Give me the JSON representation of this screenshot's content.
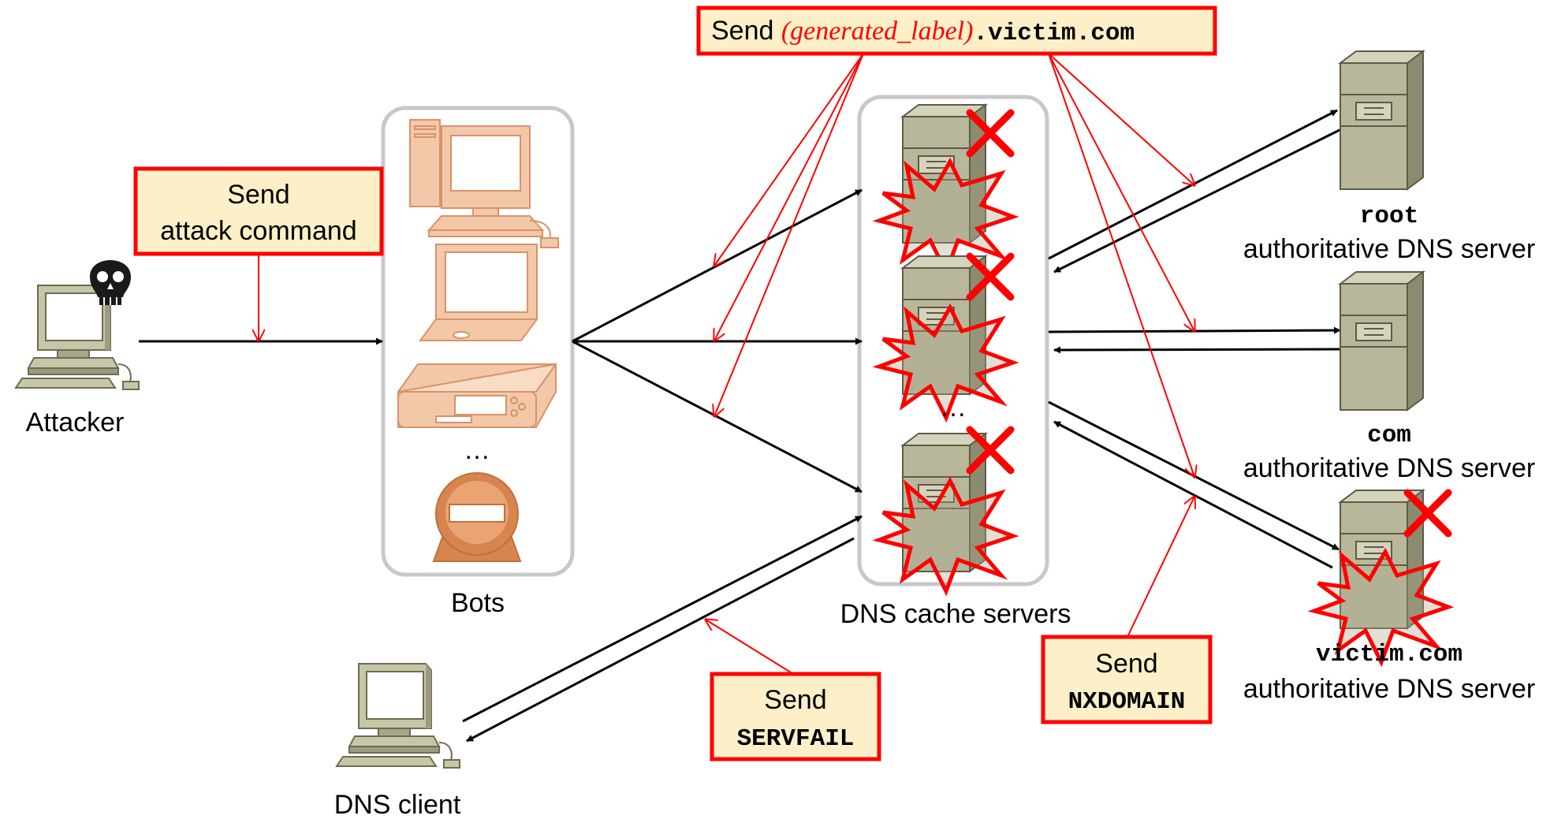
{
  "labels": {
    "attacker": "Attacker",
    "bots": "Bots",
    "bots_ellipsis": "…",
    "cache_servers": "DNS cache servers",
    "cache_ellipsis": "…",
    "dns_client": "DNS client",
    "root_name": "root",
    "com_name": "com",
    "victim_name": "victim.com",
    "auth_suffix": "authoritative DNS server"
  },
  "callouts": {
    "attack_command": {
      "line1": "Send",
      "line2": "attack command"
    },
    "query": {
      "prefix": "Send ",
      "generated": "(generated_label)",
      "domain": ".victim.com"
    },
    "servfail": {
      "line1": "Send",
      "line2": "SERVFAIL"
    },
    "nxdomain": {
      "line1": "Send",
      "line2": "NXDOMAIN"
    }
  },
  "colors": {
    "callout_bg": "#fdf0c8",
    "callout_border": "#ff0000",
    "alert_red": "#ff0000",
    "arrow_black": "#000000",
    "server_body": "#b9b79a",
    "server_side": "#8d8b6f",
    "bot_orange": "#f3c8a8",
    "bot_stroke": "#d8926a",
    "group_border": "#c8c8c8"
  },
  "icons": [
    "desktop-computer-icon",
    "skull-icon",
    "laptop-icon",
    "set-top-box-icon",
    "webcam-icon",
    "server-tower-icon",
    "red-x-icon",
    "explosion-icon"
  ]
}
